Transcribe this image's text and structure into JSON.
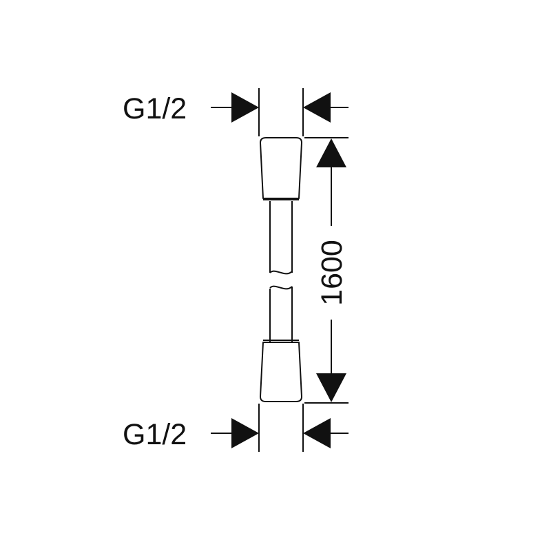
{
  "colors": {
    "line": "#111111",
    "background": "#ffffff"
  },
  "labels": {
    "top_thread": "G1/2",
    "bottom_thread": "G1/2",
    "length": "1600"
  }
}
